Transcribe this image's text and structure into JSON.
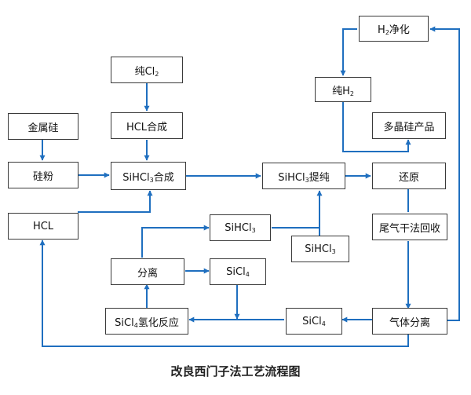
{
  "nodes": {
    "metal_si": {
      "text": "金属硅"
    },
    "si_powder": {
      "text": "硅粉"
    },
    "pure_cl2": {
      "pre": "纯Cl",
      "sub": "2"
    },
    "hcl_synth": {
      "text": "HCL合成"
    },
    "sihcl3_synth": {
      "pre": "SiHCl",
      "sub": "3",
      "post": "合成"
    },
    "sihcl3_purify": {
      "pre": "SiHCl",
      "sub": "3",
      "post": "提纯"
    },
    "h2_purify": {
      "pre": "H",
      "sub": "2",
      "post": "净化"
    },
    "pure_h2": {
      "pre": "纯H",
      "sub": "2"
    },
    "polysi": {
      "text": "多晶硅产品"
    },
    "reduction": {
      "text": "还原"
    },
    "hcl_recycle": {
      "text": "HCL"
    },
    "sihcl3_a": {
      "pre": "SiHCl",
      "sub": "3"
    },
    "sihcl3_b": {
      "pre": "SiHCl",
      "sub": "3"
    },
    "tail_gas": {
      "text": "尾气干法回收"
    },
    "separation": {
      "text": "分离"
    },
    "sicl4_a": {
      "pre": "SiCl",
      "sub": "4"
    },
    "sicl4_b": {
      "pre": "SiCl",
      "sub": "4"
    },
    "hydro_react": {
      "pre": "SiCl",
      "sub": "4",
      "post": "氢化反应"
    },
    "gas_sep": {
      "text": "气体分离"
    }
  },
  "caption": "改良西门子法工艺流程图",
  "colors": {
    "arrow": "#1f6fbf",
    "border": "#3a3a3a"
  }
}
